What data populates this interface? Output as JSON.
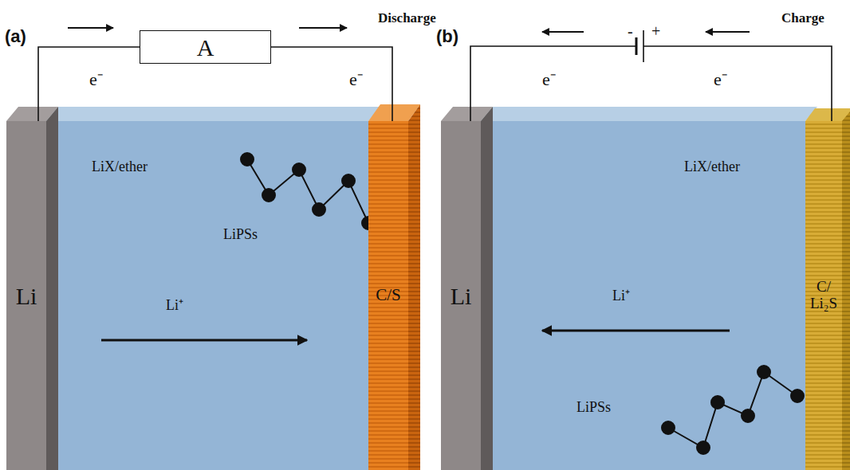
{
  "diagram": {
    "nodes": [
      {
        "text": [
          "LiX/ether",
          "LiPSs",
          "Li⁺"
        ]
      },
      {
        "text": [
          "Li"
        ]
      },
      {
        "text": [
          "C/S"
        ]
      },
      {
        "text": [
          "A"
        ]
      },
      {
        "text": [
          "LiX/ether",
          "LiPSs",
          "Li⁺"
        ]
      },
      {
        "text": [
          "Li"
        ]
      },
      {
        "text": [
          "C/ Li₂S"
        ]
      }
    ],
    "edges": [
      {
        "from": 1,
        "to": 3,
        "arrow": "none"
      },
      {
        "from": 3,
        "to": 2,
        "arrow": "none"
      },
      {
        "from": 6,
        "to": 5,
        "arrow": "none"
      }
    ],
    "labels": [
      "(a)",
      "Discharge",
      "e⁻",
      "e⁻",
      "(b)",
      "Charge",
      "e⁻",
      "e⁻",
      "-",
      "+"
    ]
  }
}
